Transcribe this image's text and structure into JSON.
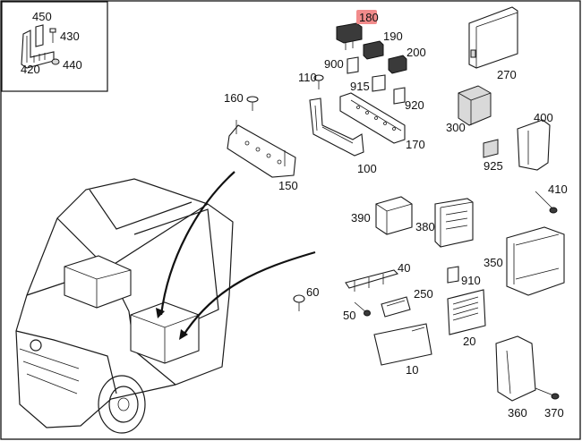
{
  "diagram": {
    "labels": {
      "p450": "450",
      "p430": "430",
      "p420": "420",
      "p440": "440",
      "p180": "180",
      "p190": "190",
      "p200": "200",
      "p900": "900",
      "p915": "915",
      "p920": "920",
      "p110": "110",
      "p160": "160",
      "p170": "170",
      "p100": "100",
      "p150": "150",
      "p270": "270",
      "p300": "300",
      "p400": "400",
      "p925": "925",
      "p410": "410",
      "p390": "390",
      "p380": "380",
      "p350": "350",
      "p40": "40",
      "p60": "60",
      "p910": "910",
      "p250": "250",
      "p50": "50",
      "p20": "20",
      "p10": "10",
      "p360": "360",
      "p370": "370"
    },
    "highlight_color": "#f28b8b"
  }
}
